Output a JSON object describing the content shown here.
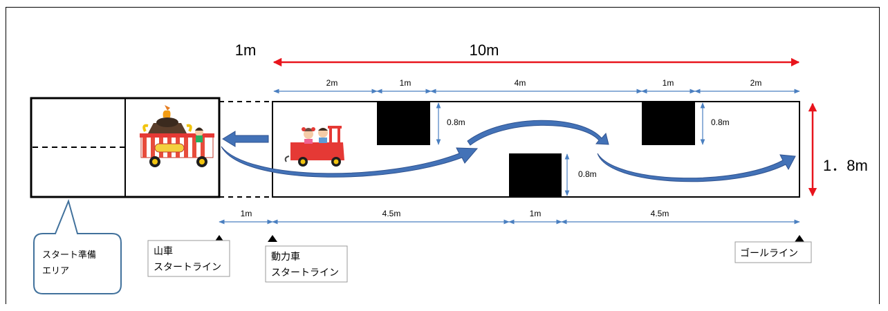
{
  "colors": {
    "red": "#e8141c",
    "blue": "#4a7fc0",
    "arrow_fill": "#4372b7",
    "arrow_edge": "#2f528f",
    "black": "#000000",
    "box_border": "#9a9a9a",
    "bubble_border": "#41719c"
  },
  "top": {
    "label_1m": "1m",
    "label_10m": "10m",
    "label_1_8m": "1．8m"
  },
  "course_top": [
    "2m",
    "1m",
    "4m",
    "1m",
    "2m"
  ],
  "obstacle_heights": [
    "0.8m",
    "0.8m",
    "0.8m"
  ],
  "course_bottom": [
    "1m",
    "4.5m",
    "1m",
    "4.5m"
  ],
  "markers": {
    "yama": {
      "line1": "山車",
      "line2": "スタートライン"
    },
    "doryoku": {
      "line1": "動力車",
      "line2": "スタートライン"
    },
    "goal": "ゴールライン"
  },
  "callout": {
    "line1": "スタート準備",
    "line2": "エリア"
  },
  "icons": [
    "float-cart-icon",
    "power-car-icon",
    "curved-path-arrow-icon"
  ]
}
